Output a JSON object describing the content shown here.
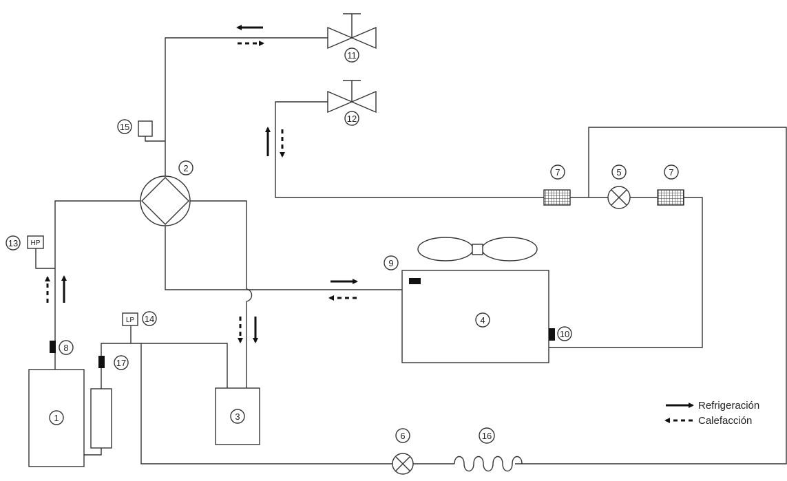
{
  "diagram": {
    "components": {
      "c1": "1",
      "c2": "2",
      "c3": "3",
      "c4": "4",
      "c5": "5",
      "c6": "6",
      "c7a": "7",
      "c7b": "7",
      "c8": "8",
      "c9": "9",
      "c10": "10",
      "c11": "11",
      "c12": "12",
      "c13": "13",
      "c14": "14",
      "c15": "15",
      "c16": "16",
      "c17": "17"
    },
    "switch_labels": {
      "hp": "HP",
      "lp": "LP"
    },
    "legend": {
      "cooling": "Refrigeración",
      "heating": "Calefacción"
    }
  }
}
